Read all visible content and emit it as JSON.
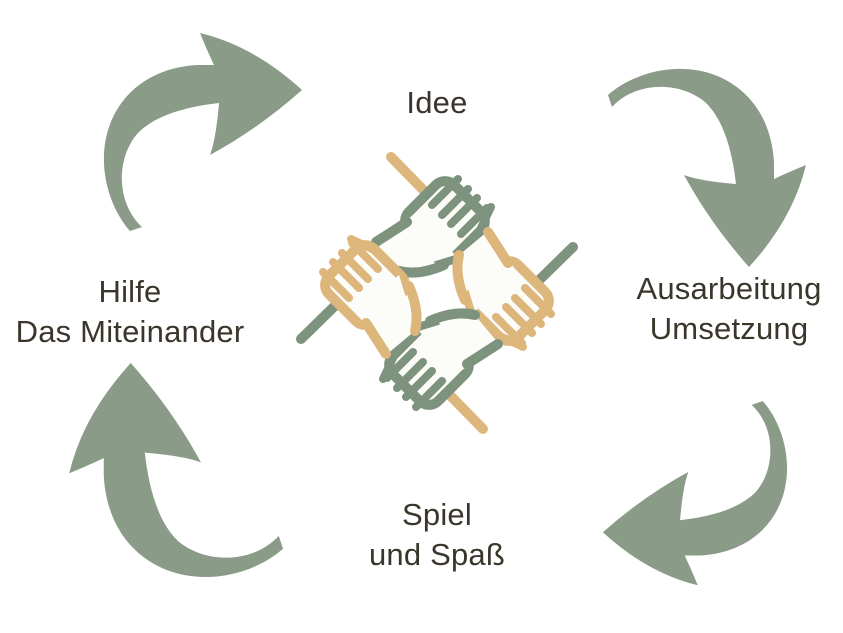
{
  "diagram": {
    "type": "cycle",
    "direction": "clockwise",
    "nodes": {
      "top": {
        "line1": "Idee"
      },
      "right": {
        "line1": "Ausarbeitung",
        "line2": "Umsetzung"
      },
      "bottom": {
        "line1": "Spiel",
        "line2": "und Spaß"
      },
      "left": {
        "line1": "Hilfe",
        "line2": "Das Miteinander"
      }
    },
    "center_icon": "four-hands-unity-grip",
    "colors": {
      "arrow": "#8a9b88",
      "icon_green": "#7e937d",
      "icon_tan": "#ddb67c",
      "icon_fill": "#fcfcf9",
      "text": "#3a362b",
      "background": "#ffffff"
    }
  }
}
